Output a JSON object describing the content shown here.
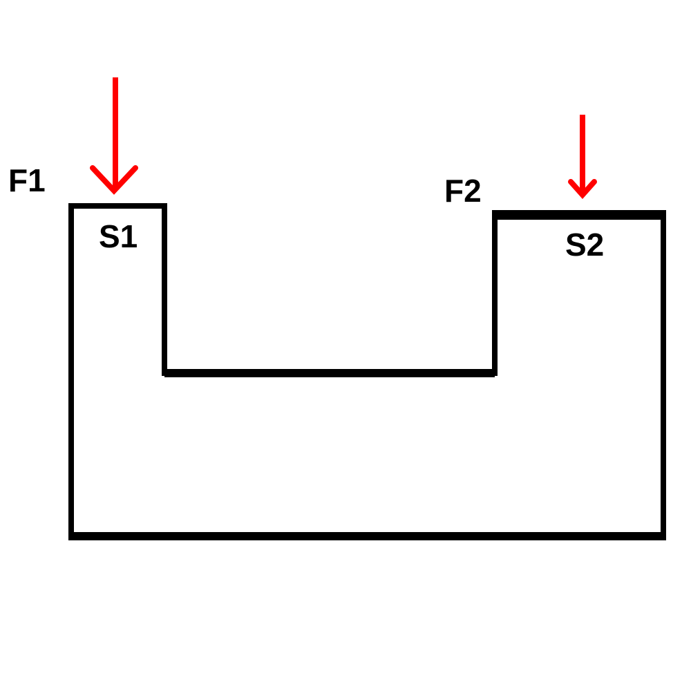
{
  "labels": {
    "force_left": "F1",
    "force_right": "F2",
    "area_left": "S1",
    "area_right": "S2"
  },
  "colors": {
    "outline": "#000000",
    "force_arrow": "#ff0000",
    "text": "#000000",
    "background": "#ffffff"
  }
}
